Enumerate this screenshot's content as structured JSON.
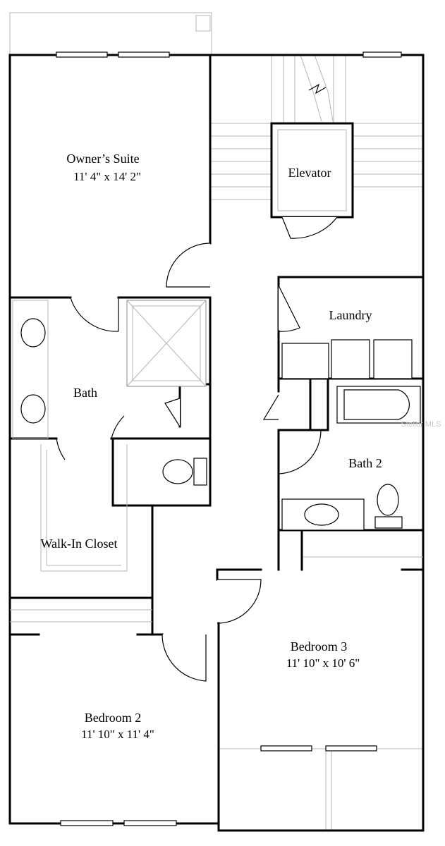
{
  "rooms": {
    "owners_suite": {
      "name": "Owner’s Suite",
      "dims": "11' 4\" x 14' 2\""
    },
    "elevator": {
      "name": "Elevator"
    },
    "laundry": {
      "name": "Laundry"
    },
    "bath": {
      "name": "Bath"
    },
    "bath_2": {
      "name": "Bath 2"
    },
    "walk_in_closet": {
      "name": "Walk-In Closet"
    },
    "bedroom_3": {
      "name": "Bedroom 3",
      "dims": "11' 10\" x 10' 6\""
    },
    "bedroom_2": {
      "name": "Bedroom 2",
      "dims": "11' 10\" x 11' 4\""
    }
  },
  "watermark": "Stellar MLS",
  "colors": {
    "walls": "#000000",
    "fixtures": "#000000",
    "ghost_lines": "#b4b4b4",
    "background": "#ffffff"
  }
}
